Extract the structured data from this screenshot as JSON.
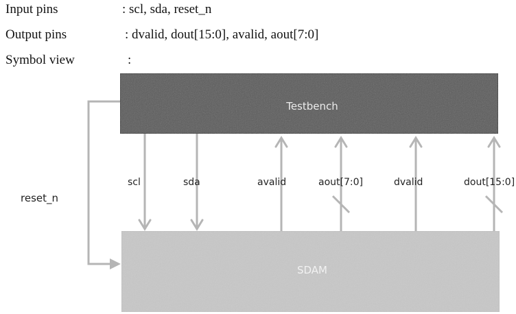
{
  "spec": {
    "inputs": {
      "label": "Input pins",
      "value": ": scl, sda, reset_n"
    },
    "outputs": {
      "label": "Output pins",
      "value": ": dvalid, dout[15:0], avalid, aout[7:0]"
    },
    "symbol": {
      "label": "Symbol view",
      "value": ":"
    }
  },
  "diagram": {
    "top_block": {
      "label": "Testbench",
      "color": "#5c5c5c"
    },
    "bottom_block": {
      "label": "SDAM",
      "color": "#c8c8c8"
    },
    "reset_signal": "reset_n",
    "signals": [
      {
        "label": "scl",
        "direction": "down",
        "bus": false
      },
      {
        "label": "sda",
        "direction": "down",
        "bus": false
      },
      {
        "label": "avalid",
        "direction": "up",
        "bus": false
      },
      {
        "label": "aout[7:0]",
        "direction": "up",
        "bus": true
      },
      {
        "label": "dvalid",
        "direction": "up",
        "bus": false
      },
      {
        "label": "dout[15:0]",
        "direction": "up",
        "bus": true
      }
    ],
    "arrow_color": "#b5b5b5"
  }
}
